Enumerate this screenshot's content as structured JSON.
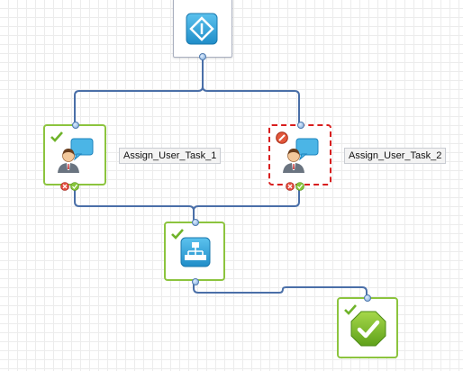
{
  "workflow": {
    "nodes": {
      "start": {
        "type": "start",
        "icon": "start-diamond-icon"
      },
      "task_1": {
        "type": "user-task",
        "label": "Assign_User_Task_1",
        "status": "completed",
        "icon": "user-task-icon"
      },
      "task_2": {
        "type": "user-task",
        "label": "Assign_User_Task_2",
        "status": "error",
        "icon": "user-task-icon"
      },
      "join": {
        "type": "join",
        "status": "completed",
        "icon": "hierarchy-icon"
      },
      "end": {
        "type": "end",
        "status": "completed",
        "icon": "end-octagon-check-icon"
      }
    }
  },
  "colors": {
    "connector": "#4a6fa8",
    "completed_border": "#8cc43e",
    "error_border": "#d81e1e",
    "icon_blue": "#2d9fd9",
    "end_green": "#7fbf2a"
  }
}
